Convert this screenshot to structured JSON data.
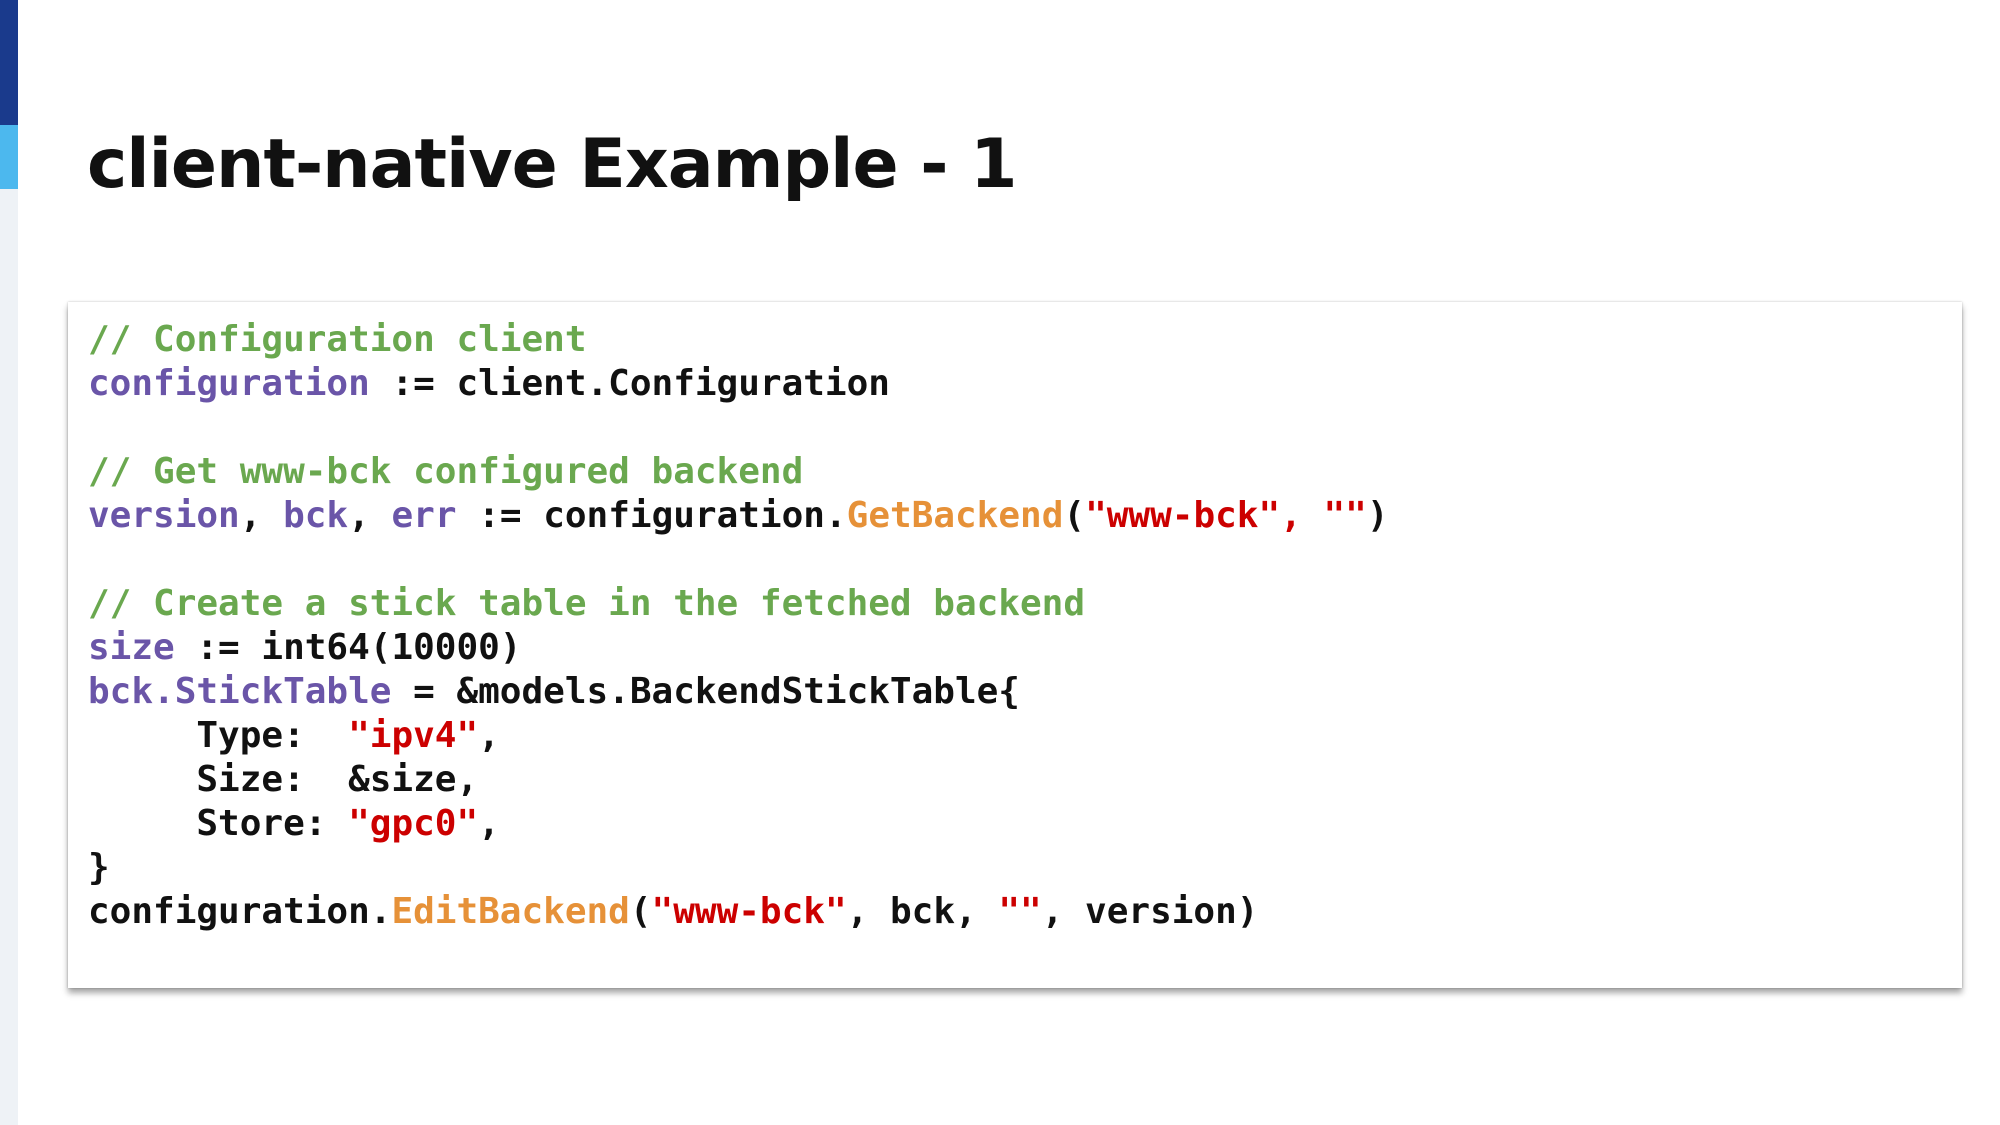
{
  "slide": {
    "title": "client-native Example - 1"
  },
  "colors": {
    "accent_dark": "#1a3a8c",
    "accent_light": "#4cb8ee",
    "comment": "#6aa84f",
    "variable": "#6a55a8",
    "function": "#e69138",
    "string": "#cc0000",
    "text": "#111111"
  },
  "code": {
    "lines": [
      [
        {
          "t": "// Configuration client",
          "k": "comment"
        }
      ],
      [
        {
          "t": "configuration",
          "k": "var"
        },
        {
          "t": " := client.Configuration",
          "k": "plain"
        }
      ],
      [],
      [
        {
          "t": "// Get www-bck configured backend",
          "k": "comment"
        }
      ],
      [
        {
          "t": "version",
          "k": "var"
        },
        {
          "t": ", ",
          "k": "plain"
        },
        {
          "t": "bck",
          "k": "var"
        },
        {
          "t": ", ",
          "k": "plain"
        },
        {
          "t": "err",
          "k": "var"
        },
        {
          "t": " := configuration.",
          "k": "plain"
        },
        {
          "t": "GetBackend",
          "k": "func"
        },
        {
          "t": "(",
          "k": "plain"
        },
        {
          "t": "\"www-bck\", \"\"",
          "k": "str"
        },
        {
          "t": ")",
          "k": "plain"
        }
      ],
      [],
      [
        {
          "t": "// Create a stick table in the fetched backend",
          "k": "comment"
        }
      ],
      [
        {
          "t": "size",
          "k": "var"
        },
        {
          "t": " := int64(10000)",
          "k": "plain"
        }
      ],
      [
        {
          "t": "bck.StickTable",
          "k": "var"
        },
        {
          "t": " = &models.BackendStickTable{",
          "k": "plain"
        }
      ],
      [
        {
          "t": "     Type:  ",
          "k": "plain"
        },
        {
          "t": "\"ipv4\"",
          "k": "str"
        },
        {
          "t": ",",
          "k": "plain"
        }
      ],
      [
        {
          "t": "     Size:  &size,",
          "k": "plain"
        }
      ],
      [
        {
          "t": "     Store: ",
          "k": "plain"
        },
        {
          "t": "\"gpc0\"",
          "k": "str"
        },
        {
          "t": ",",
          "k": "plain"
        }
      ],
      [
        {
          "t": "}",
          "k": "plain"
        }
      ],
      [
        {
          "t": "configuration.",
          "k": "plain"
        },
        {
          "t": "EditBackend",
          "k": "func"
        },
        {
          "t": "(",
          "k": "plain"
        },
        {
          "t": "\"www-bck\"",
          "k": "str"
        },
        {
          "t": ", bck, ",
          "k": "plain"
        },
        {
          "t": "\"\"",
          "k": "str"
        },
        {
          "t": ", version)",
          "k": "plain"
        }
      ]
    ]
  }
}
